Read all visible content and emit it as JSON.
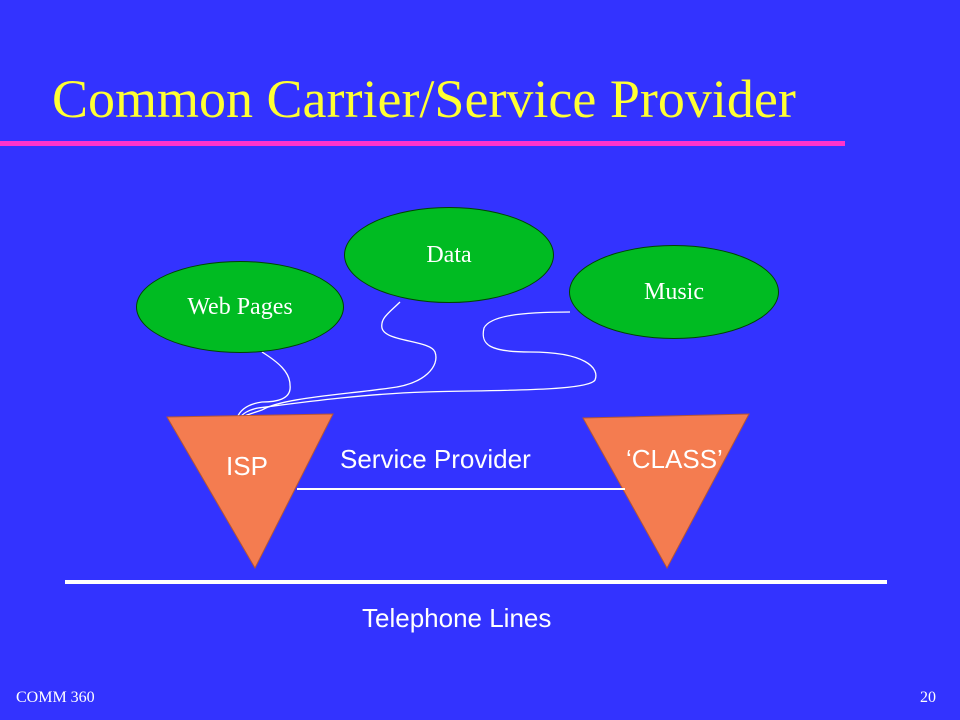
{
  "slide": {
    "title": "Common Carrier/Service Provider",
    "footer_left": "COMM 360",
    "page_number": "20"
  },
  "bubbles": {
    "web_pages": "Web Pages",
    "data": "Data",
    "music": "Music"
  },
  "nodes": {
    "isp": "ISP",
    "class": "‘CLASS’"
  },
  "links": {
    "service_provider": "Service Provider",
    "telephone_lines": "Telephone Lines"
  },
  "colors": {
    "background": "#3333ff",
    "title": "#ffff33",
    "title_rule": "#ff33cc",
    "bubble_fill": "#00bb22",
    "triangle_fill": "#f47c50",
    "line": "#ffffff"
  }
}
